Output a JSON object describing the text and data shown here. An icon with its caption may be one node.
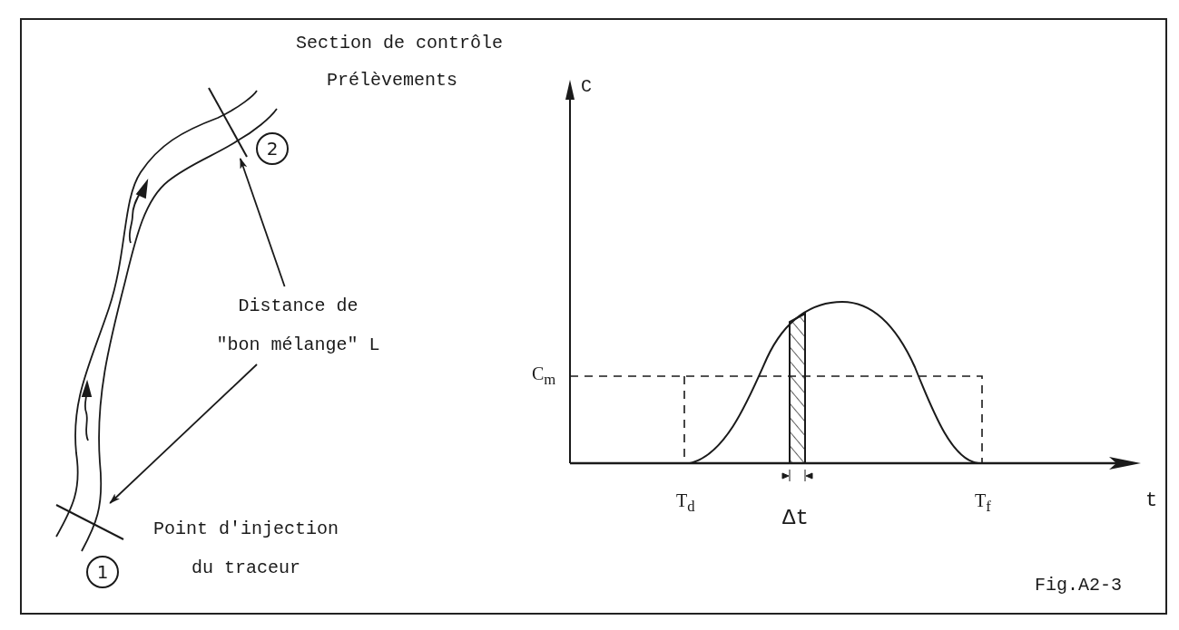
{
  "diagram": {
    "nodes": [
      {
        "text": [
          "Section de contrôle",
          "Prélèvements"
        ]
      },
      {
        "text": [],
        "shape": "bar"
      },
      {
        "text": [
          "2"
        ]
      },
      {
        "text": [
          "Distance de \"bon mélange\" L"
        ]
      },
      {
        "text": [],
        "shape": "bar"
      },
      {
        "text": [
          "Point d'injection du traceur"
        ]
      },
      {
        "text": [
          "1"
        ]
      }
    ],
    "edges": [
      {
        "from": 3,
        "to": 1,
        "arrow": "to"
      },
      {
        "from": 3,
        "to": 4,
        "arrow": "to"
      }
    ],
    "labels": [
      "C",
      "C$_{m}$",
      "T$_{d}$",
      "Δt",
      "T$_{f}$",
      "t",
      "Fig.A2-3"
    ]
  }
}
